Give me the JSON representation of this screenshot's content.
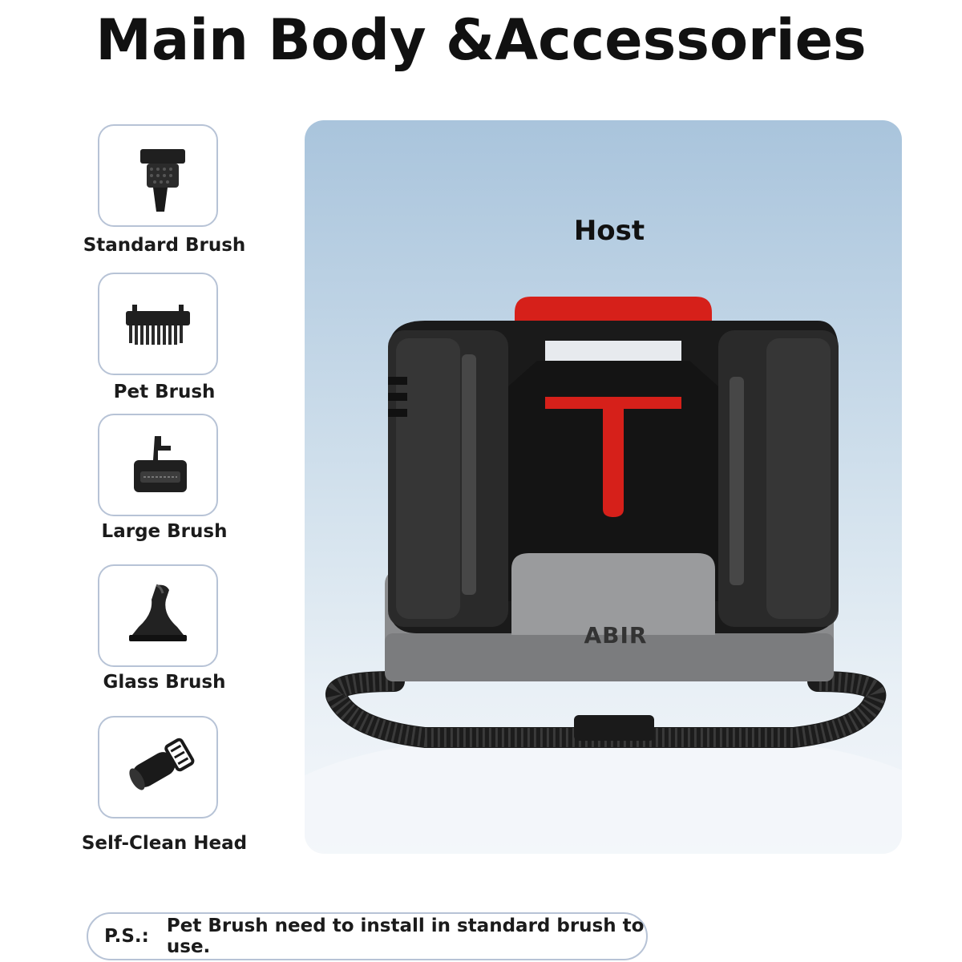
{
  "page": {
    "title": "Main Body &Accessories"
  },
  "accessories": [
    {
      "label": "Standard Brush",
      "icon": "standard-brush-icon"
    },
    {
      "label": "Pet Brush",
      "icon": "pet-brush-icon"
    },
    {
      "label": "Large Brush",
      "icon": "large-brush-icon"
    },
    {
      "label": "Glass Brush",
      "icon": "glass-brush-icon"
    },
    {
      "label": "Self-Clean Head",
      "icon": "self-clean-head-icon"
    }
  ],
  "host": {
    "label": "Host",
    "brand": "ABIR"
  },
  "note": {
    "prefix": "P.S.:",
    "text": "Pet Brush need to install in standard brush to use."
  },
  "colors": {
    "handle_red": "#d6201a",
    "body_black": "#1a1a1a",
    "body_grey": "#8a8b8d",
    "card_border": "#b7c3d6"
  }
}
